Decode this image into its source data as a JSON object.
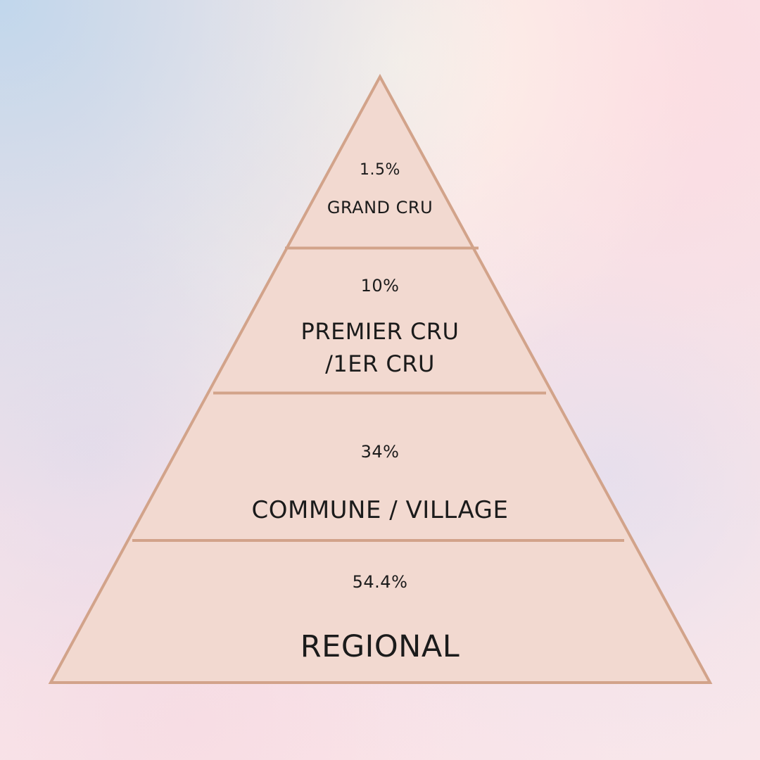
{
  "pyramid": {
    "fill_color": "#f2d9d0",
    "stroke_color": "#d2a38a",
    "tiers": [
      {
        "percent": "1.5%",
        "label": "GRAND CRU"
      },
      {
        "percent": "10%",
        "label": "PREMIER CRU\n/1ER CRU"
      },
      {
        "percent": "34%",
        "label": "COMMUNE / VILLAGE"
      },
      {
        "percent": "54.4%",
        "label": "REGIONAL"
      }
    ]
  }
}
